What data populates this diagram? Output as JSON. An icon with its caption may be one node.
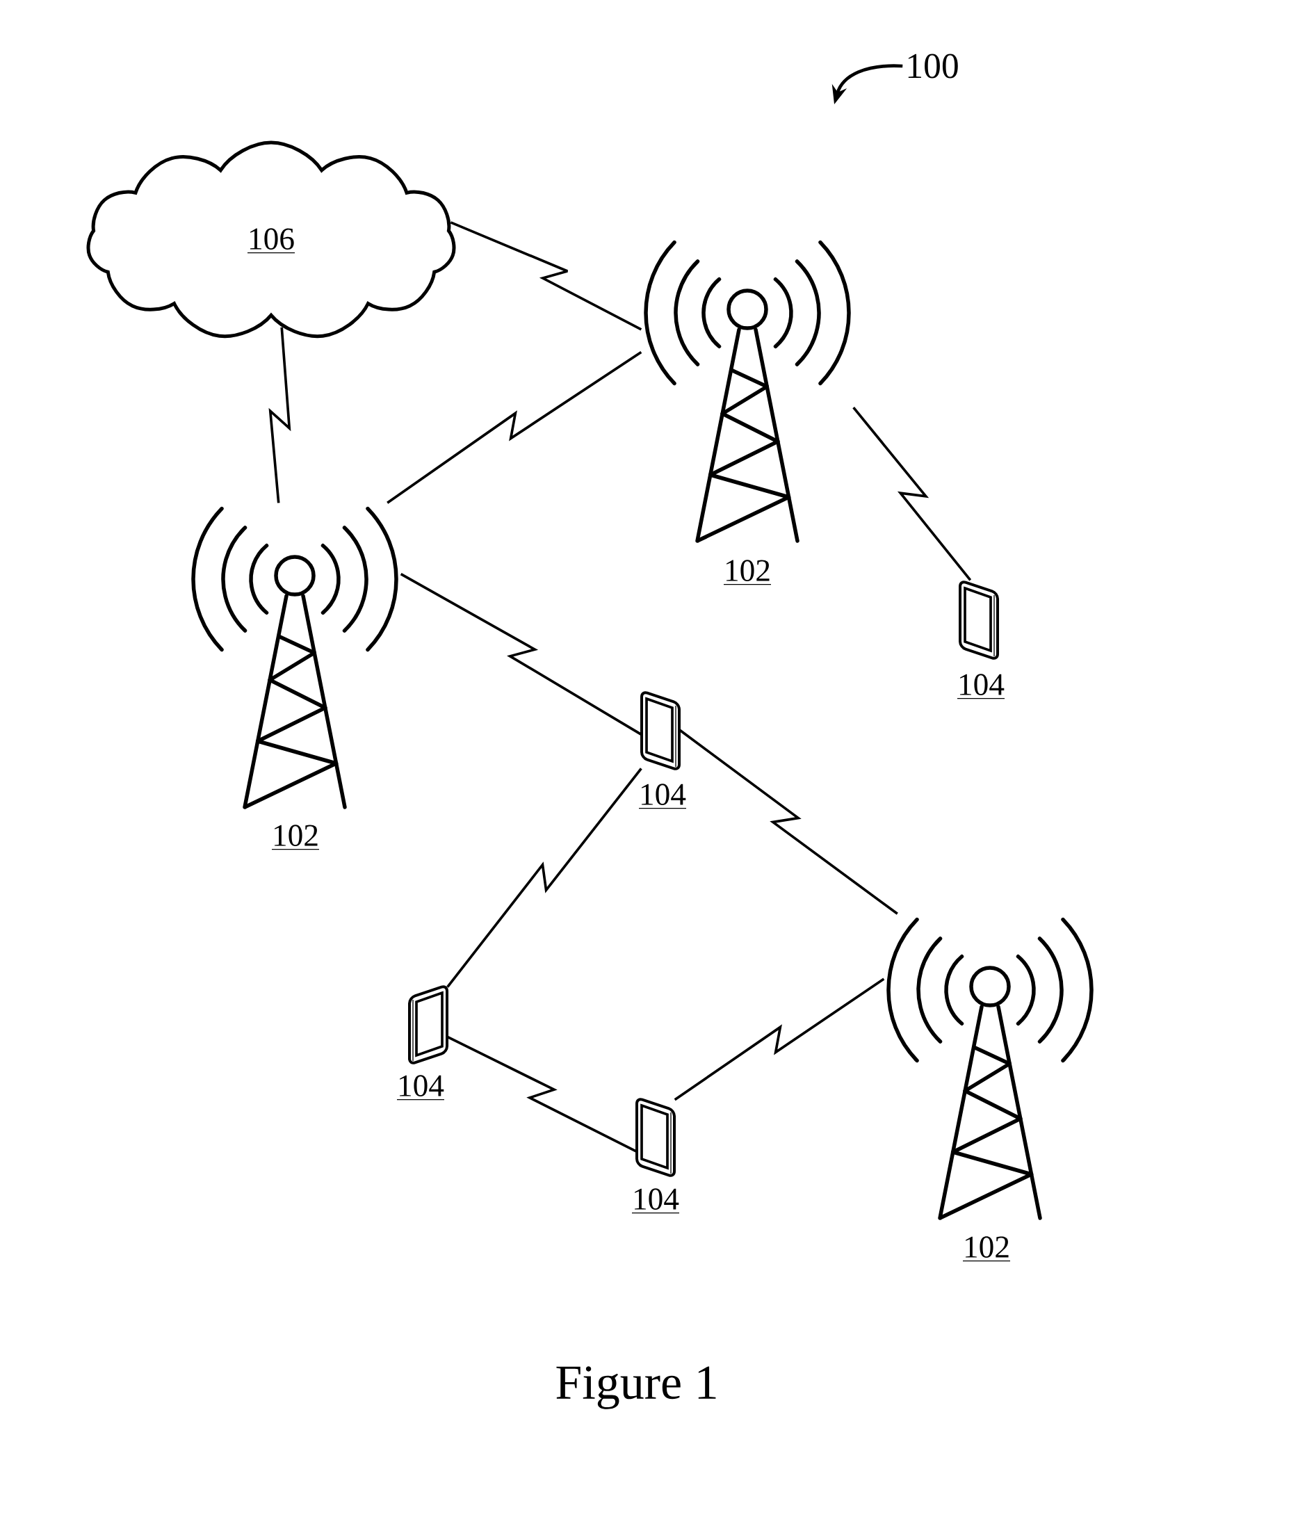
{
  "diagram": {
    "caption": "Figure 1",
    "nodes": [
      {
        "text": [
          "100"
        ]
      },
      {
        "text": [
          "106"
        ]
      },
      {
        "text": [],
        "shape": "picture",
        "beside": [
          "102"
        ]
      },
      {
        "text": [],
        "shape": "picture",
        "beside": [
          "102"
        ]
      },
      {
        "text": [],
        "shape": "picture",
        "beside": [
          "104"
        ]
      },
      {
        "text": [],
        "shape": "picture",
        "beside": [
          "104"
        ]
      },
      {
        "text": [],
        "shape": "picture",
        "beside": [
          "102"
        ]
      },
      {
        "text": [],
        "shape": "picture",
        "beside": [
          "104"
        ]
      },
      {
        "text": [],
        "shape": "picture",
        "beside": [
          "104"
        ]
      }
    ],
    "edges": [
      {
        "from": 0,
        "to": null,
        "arrow": "to"
      },
      {
        "from": 1,
        "to": 2,
        "arrow": "none"
      },
      {
        "from": 1,
        "to": 3,
        "arrow": "none"
      },
      {
        "from": 2,
        "to": 3,
        "arrow": "none"
      },
      {
        "from": 2,
        "to": 4,
        "arrow": "none"
      },
      {
        "from": 3,
        "to": 5,
        "arrow": "none"
      },
      {
        "from": 5,
        "to": 6,
        "arrow": "none"
      },
      {
        "from": 5,
        "to": 7,
        "arrow": "none"
      },
      {
        "from": 7,
        "to": 8,
        "arrow": "none"
      },
      {
        "from": 8,
        "to": 6,
        "arrow": "none"
      }
    ]
  }
}
